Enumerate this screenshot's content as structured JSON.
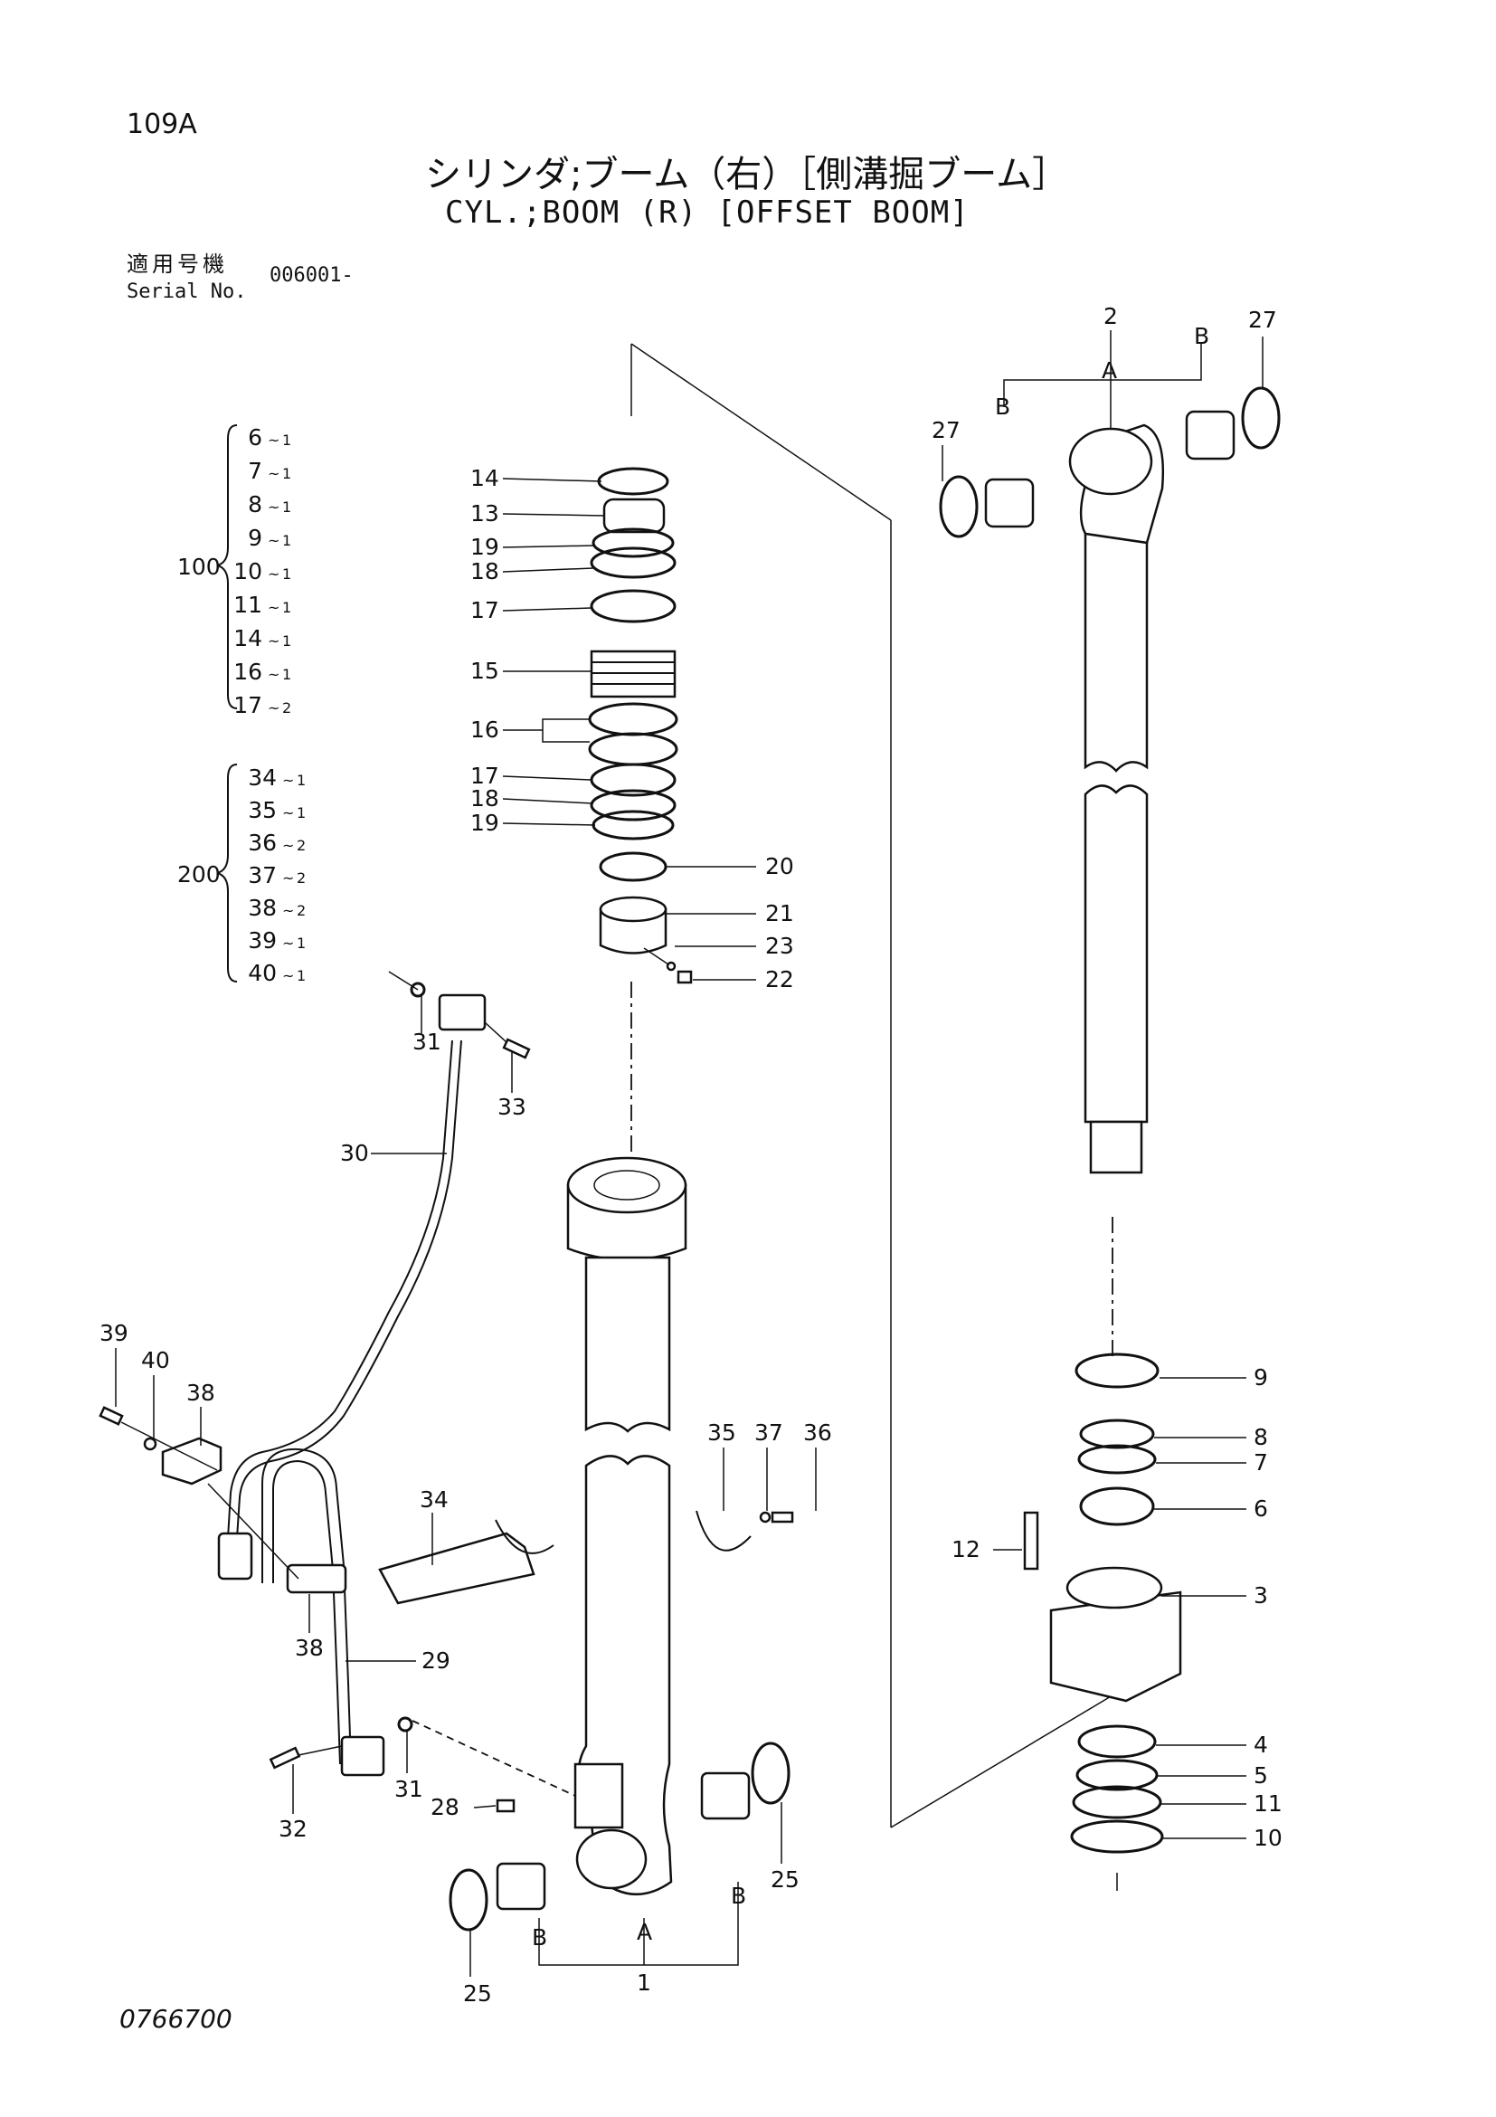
{
  "header": {
    "page_number": "109A",
    "title_jp": "シリンダ;ブーム（右）［側溝掘ブーム］",
    "title_en": "CYL.;BOOM (R) [OFFSET BOOM]",
    "serial_label_jp": "適用号機",
    "serial_label_en": "Serial No.",
    "serial_value": "006001-"
  },
  "footer": {
    "drawing_number": "0766700"
  },
  "kits": [
    {
      "label": "100",
      "items": [
        {
          "part": "6",
          "qty": "1"
        },
        {
          "part": "7",
          "qty": "1"
        },
        {
          "part": "8",
          "qty": "1"
        },
        {
          "part": "9",
          "qty": "1"
        },
        {
          "part": "10",
          "qty": "1"
        },
        {
          "part": "11",
          "qty": "1"
        },
        {
          "part": "14",
          "qty": "1"
        },
        {
          "part": "16",
          "qty": "1"
        },
        {
          "part": "17",
          "qty": "2"
        }
      ]
    },
    {
      "label": "200",
      "items": [
        {
          "part": "34",
          "qty": "1"
        },
        {
          "part": "35",
          "qty": "1"
        },
        {
          "part": "36",
          "qty": "2"
        },
        {
          "part": "37",
          "qty": "2"
        },
        {
          "part": "38",
          "qty": "2"
        },
        {
          "part": "39",
          "qty": "1"
        },
        {
          "part": "40",
          "qty": "1"
        }
      ]
    }
  ],
  "callouts": {
    "c1": "1",
    "c2": "2",
    "c3": "3",
    "c4": "4",
    "c5": "5",
    "c6": "6",
    "c7": "7",
    "c8": "8",
    "c9": "9",
    "c10": "10",
    "c11": "11",
    "c12": "12",
    "c13": "13",
    "c14": "14",
    "c15": "15",
    "c16": "16",
    "c17a": "17",
    "c17b": "17",
    "c18a": "18",
    "c18b": "18",
    "c19a": "19",
    "c19b": "19",
    "c20": "20",
    "c21": "21",
    "c22": "22",
    "c23": "23",
    "c25a": "25",
    "c25b": "25",
    "c27a": "27",
    "c27b": "27",
    "c28": "28",
    "c29": "29",
    "c30": "30",
    "c31a": "31",
    "c31b": "31",
    "c32": "32",
    "c33": "33",
    "c34": "34",
    "c35": "35",
    "c36": "36",
    "c37": "37",
    "c38a": "38",
    "c38b": "38",
    "c39": "39",
    "c40": "40",
    "A1": "A",
    "B1a": "B",
    "B1b": "B",
    "A2": "A",
    "B2a": "B",
    "B2b": "B"
  }
}
